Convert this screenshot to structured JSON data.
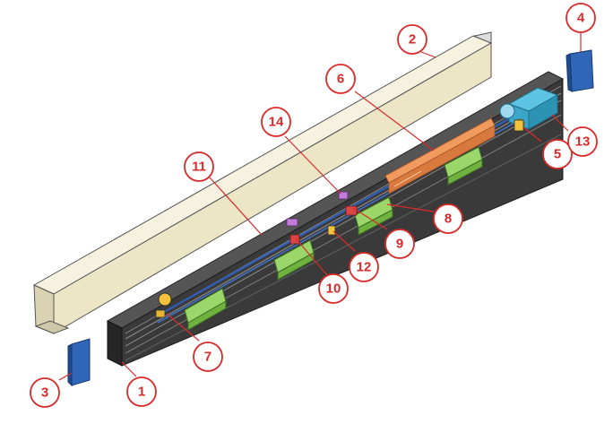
{
  "diagram": {
    "callouts": [
      {
        "id": "1",
        "label": "1"
      },
      {
        "id": "2",
        "label": "2"
      },
      {
        "id": "3",
        "label": "3"
      },
      {
        "id": "4",
        "label": "4"
      },
      {
        "id": "5",
        "label": "5"
      },
      {
        "id": "6",
        "label": "6"
      },
      {
        "id": "7",
        "label": "7"
      },
      {
        "id": "8",
        "label": "8"
      },
      {
        "id": "9",
        "label": "9"
      },
      {
        "id": "10",
        "label": "10"
      },
      {
        "id": "11",
        "label": "11"
      },
      {
        "id": "12",
        "label": "12"
      },
      {
        "id": "13",
        "label": "13"
      },
      {
        "id": "14",
        "label": "14"
      }
    ],
    "colors": {
      "callout": "#d92a2a",
      "cover": "#efe9cf",
      "profile": "#2b2b2b",
      "end_cap": "#2f66b8",
      "carriage": "#8fcf5a",
      "belt": "#2f5fb8",
      "motor": "#3aa6c9",
      "controller": "#e8834a"
    }
  }
}
